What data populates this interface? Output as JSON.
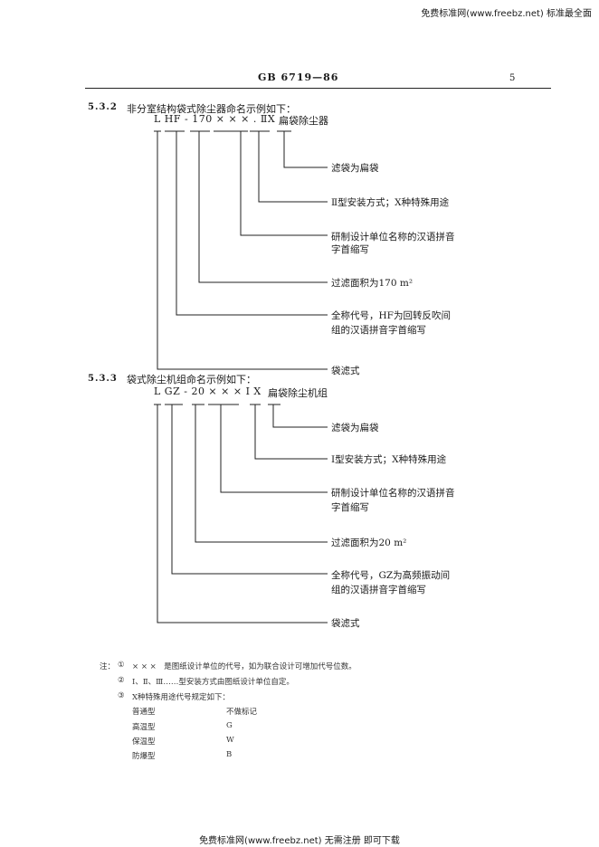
{
  "watermark_top": "免费标准网(www.freebz.net) 标准最全面",
  "header": {
    "standard_no": "GB 6719—86",
    "page_no": "5"
  },
  "section_1": {
    "number": "5.3.2",
    "title": "非分室结构袋式除尘器命名示例如下：",
    "code": "L HF - 170 × × × . ⅡX",
    "name_suffix": "扁袋除尘器",
    "labels": [
      "滤袋为扁袋",
      "Ⅱ型安装方式；X种特殊用途",
      "研制设计单位名称的汉语拼音",
      "字首缩写",
      "过滤面积为170 m²",
      "全称代号，HF为回转反吹间",
      "组的汉语拼音字首缩写",
      "袋滤式"
    ]
  },
  "section_2": {
    "number": "5.3.3",
    "title": "袋式除尘机组命名示例如下：",
    "code": "L GZ - 20 × × × Ⅰ X",
    "name_suffix": "扁袋除尘机组",
    "labels": [
      "滤袋为扁袋",
      "Ⅰ型安装方式；X种特殊用途",
      "研制设计单位名称的汉语拼音",
      "字首缩写",
      "过滤面积为20 m²",
      "全称代号，GZ为高频振动间",
      "组的汉语拼音字首缩写",
      "袋滤式"
    ]
  },
  "notes": {
    "prefix": "注：",
    "items": [
      {
        "num": "①",
        "text": "× × ×　是图纸设计单位的代号，如为联合设计可增加代号位数。"
      },
      {
        "num": "②",
        "text": "Ⅰ、Ⅱ、Ⅲ……型安装方式由图纸设计单位自定。"
      },
      {
        "num": "③",
        "text": "X种特殊用途代号规定如下："
      }
    ],
    "table": [
      {
        "type": "普通型",
        "code": "不做标记"
      },
      {
        "type": "高温型",
        "code": "G"
      },
      {
        "type": "保温型",
        "code": "W"
      },
      {
        "type": "防爆型",
        "code": "B"
      }
    ]
  },
  "watermark_bottom": "免费标准网(www.freebz.net) 无需注册 即可下载"
}
